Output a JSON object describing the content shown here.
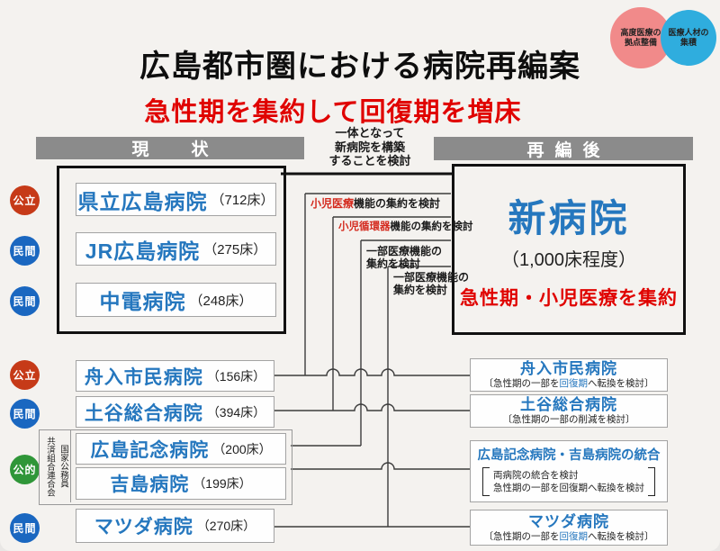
{
  "page_title": "広島都市圏における病院再編案",
  "page_subtitle": "急性期を集約して回復期を増床",
  "badges": {
    "pink": {
      "line1": "高度医療の",
      "line2": "拠点整備"
    },
    "cyan": {
      "line1": "医療人材の",
      "line2": "集積"
    }
  },
  "headers": {
    "current": "現　状",
    "after": "再編後"
  },
  "merge_note": {
    "line1": "一体となって",
    "line2": "新病院を構築",
    "line3": "することを検討"
  },
  "top_group": {
    "hospitals": [
      {
        "tag": "公立",
        "name": "県立広島病院",
        "beds": "（712床）"
      },
      {
        "tag": "民間",
        "name": "JR広島病院",
        "beds": "（275床）"
      },
      {
        "tag": "民間",
        "name": "中電病院",
        "beds": "（248床）"
      }
    ]
  },
  "new_hospital": {
    "name": "新病院",
    "capacity": "（1,000床程度）",
    "note": "急性期・小児医療を集約"
  },
  "annotations": [
    {
      "highlight": "小児医療",
      "rest": "機能の集約を検討"
    },
    {
      "highlight": "小児循環器",
      "rest": "機能の集約を検討"
    },
    {
      "line1": "一部医療機能の",
      "line2": "集約を検討"
    },
    {
      "line1": "一部医療機能の",
      "line2": "集約を検討"
    }
  ],
  "bottom_group": {
    "hospitals": [
      {
        "tag": "公立",
        "name": "舟入市民病院",
        "beds": "（156床）"
      },
      {
        "tag": "民間",
        "name": "土谷総合病院",
        "beds": "（394床）"
      },
      {
        "tag": "公的",
        "name": "広島記念病院",
        "beds": "（200床）"
      },
      {
        "name": "吉島病院",
        "beds": "（199床）"
      },
      {
        "tag": "民間",
        "name": "マツダ病院",
        "beds": "（270床）"
      }
    ],
    "kyosai_label": {
      "col1": "国家公務員",
      "col2": "共済組合連合会"
    }
  },
  "after_group": {
    "items": [
      {
        "name": "舟入市民病院",
        "sub_pre": "〔急性期の一部を",
        "sub_hl": "回復期",
        "sub_post": "へ転換を検討〕"
      },
      {
        "name": "土谷総合病院",
        "sub_pre": "〔急性期の一部の削減を検討〕",
        "sub_hl": "",
        "sub_post": ""
      },
      {
        "name": "広島記念病院・吉島病院の統合",
        "line1": "両病院の統合を検討",
        "line2_pre": "急性期の一部を",
        "line2_hl": "回復期",
        "line2_post": "へ転換を検討"
      },
      {
        "name": "マツダ病院",
        "sub_pre": "〔急性期の一部を",
        "sub_hl": "回復期",
        "sub_post": "へ転換を検討〕"
      }
    ]
  },
  "colors": {
    "hospital_blue": "#2577be",
    "alert_red": "#e00300",
    "annotation_red": "#d42a1e",
    "tag_public_red": "#c63a18",
    "tag_private_blue": "#1a67c0",
    "tag_semipublic_green": "#2f9638",
    "bar_gray": "#8b8b8b",
    "badge_pink": "#f18a8a",
    "badge_cyan": "#2fadde"
  }
}
